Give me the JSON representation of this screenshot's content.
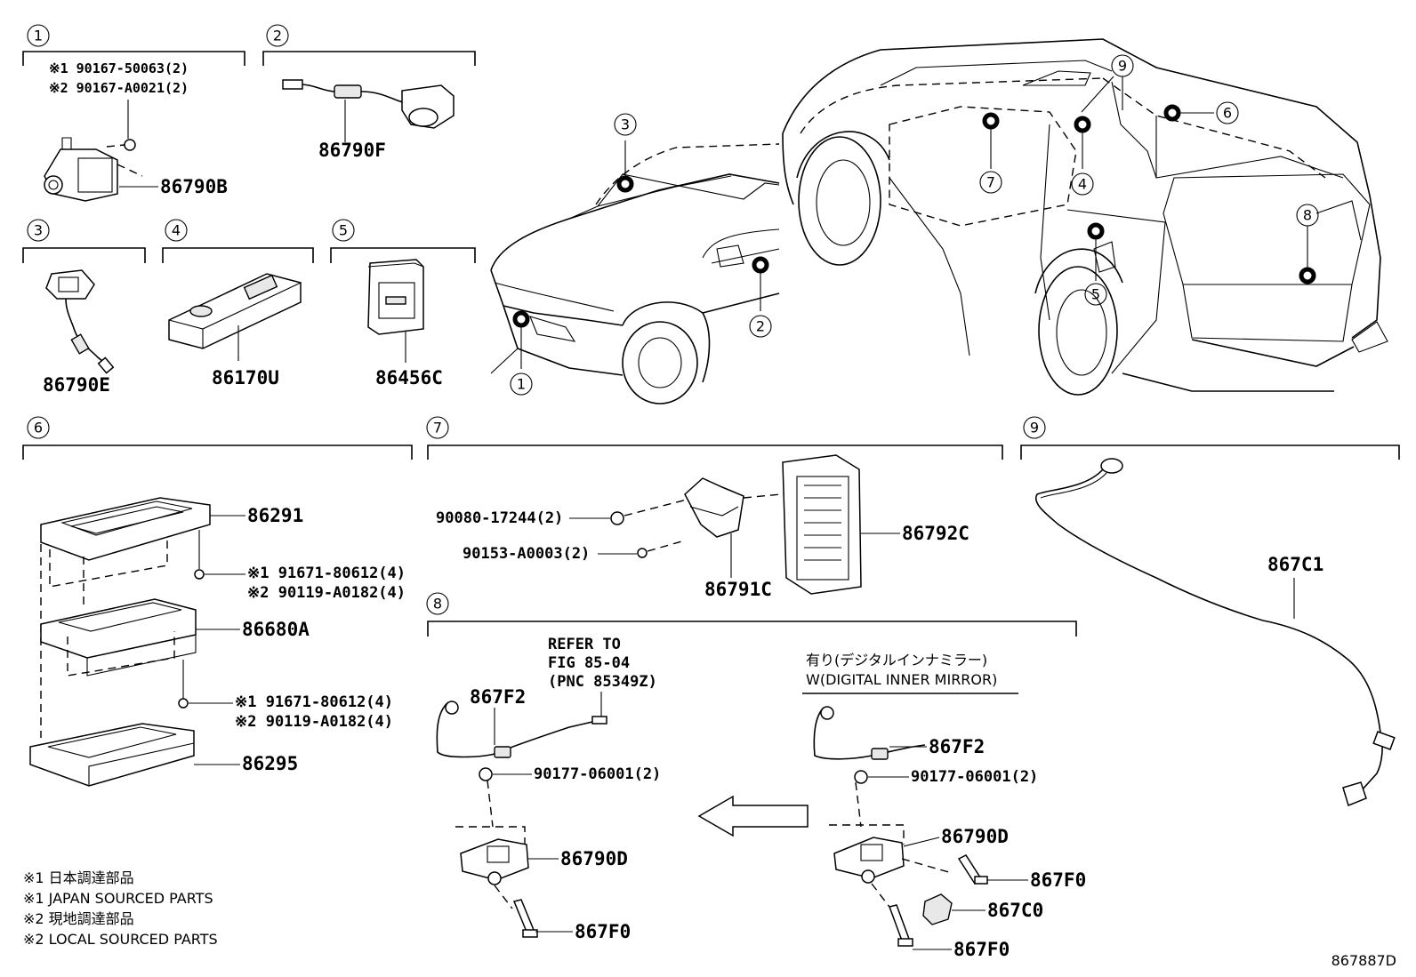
{
  "section_numbers": [
    "1",
    "2",
    "3",
    "4",
    "5",
    "6",
    "7",
    "8",
    "9"
  ],
  "car_callouts": [
    "3",
    "2",
    "1",
    "9",
    "6",
    "7",
    "4",
    "8",
    "5"
  ],
  "section1": {
    "note1": "※1 90167-50063(2)",
    "note2": "※2 90167-A0021(2)",
    "part": "86790B"
  },
  "section2": {
    "part": "86790F"
  },
  "section3": {
    "part": "86790E"
  },
  "section4": {
    "part": "86170U"
  },
  "section5": {
    "part": "86456C"
  },
  "section6": {
    "frame": "86291",
    "screw_a1": "※1 91671-80612(4)",
    "screw_a2": "※2 90119-A0182(4)",
    "unit": "86680A",
    "screw_b1": "※1 91671-80612(4)",
    "screw_b2": "※2 90119-A0182(4)",
    "cover": "86295"
  },
  "section7": {
    "nut": "90080-17244(2)",
    "bolt": "90153-A0003(2)",
    "bracket": "86791C",
    "module": "86792C"
  },
  "section8": {
    "refer_line1": "REFER TO",
    "refer_line2": "FIG 85-04",
    "refer_line3": "(PNC 85349Z)",
    "left": {
      "wire": "867F2",
      "nut": "90177-06001(2)",
      "camera": "86790D",
      "pin": "867F0"
    },
    "variant_jp": "有り(デジタルインナミラー)",
    "variant_en": "W(DIGITAL INNER MIRROR)",
    "right": {
      "wire": "867F2",
      "nut": "90177-06001(2)",
      "camera": "86790D",
      "pin_top": "867F0",
      "connector": "867C0",
      "pin_bottom": "867F0"
    }
  },
  "section9": {
    "part": "867C1"
  },
  "notes": [
    "※1 日本調達部品",
    "※1 JAPAN SOURCED PARTS",
    "※2 現地調達部品",
    "※2 LOCAL SOURCED PARTS"
  ],
  "diagram_code": "867887D"
}
